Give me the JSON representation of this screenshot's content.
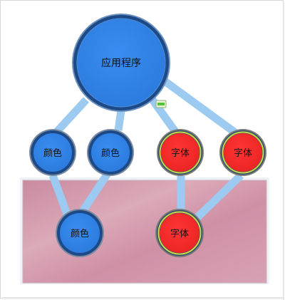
{
  "diagram": {
    "root": {
      "label": "应用程序",
      "color": "#2f84e8"
    },
    "nodes": [
      {
        "id": "color-1",
        "label": "颜色",
        "color": "#2f84e8"
      },
      {
        "id": "color-2",
        "label": "颜色",
        "color": "#2f84e8"
      },
      {
        "id": "font-1",
        "label": "字体",
        "color": "#f12b2b"
      },
      {
        "id": "font-2",
        "label": "字体",
        "color": "#f12b2b"
      },
      {
        "id": "color-3",
        "label": "颜色",
        "color": "#2f84e8"
      },
      {
        "id": "font-3",
        "label": "字体",
        "color": "#f12b2b"
      }
    ],
    "edges": [
      [
        "root",
        "color-1"
      ],
      [
        "root",
        "color-2"
      ],
      [
        "root",
        "font-1"
      ],
      [
        "root",
        "font-2"
      ],
      [
        "color-1",
        "color-3"
      ],
      [
        "color-2",
        "color-3"
      ],
      [
        "font-1",
        "font-3"
      ],
      [
        "font-2",
        "font-3"
      ]
    ],
    "colors": {
      "edge": "#9ccaf1",
      "node_ring": "#1f4f8a",
      "font_ring_accent": "#c9d64a",
      "panel": "#d9a3b3"
    }
  }
}
